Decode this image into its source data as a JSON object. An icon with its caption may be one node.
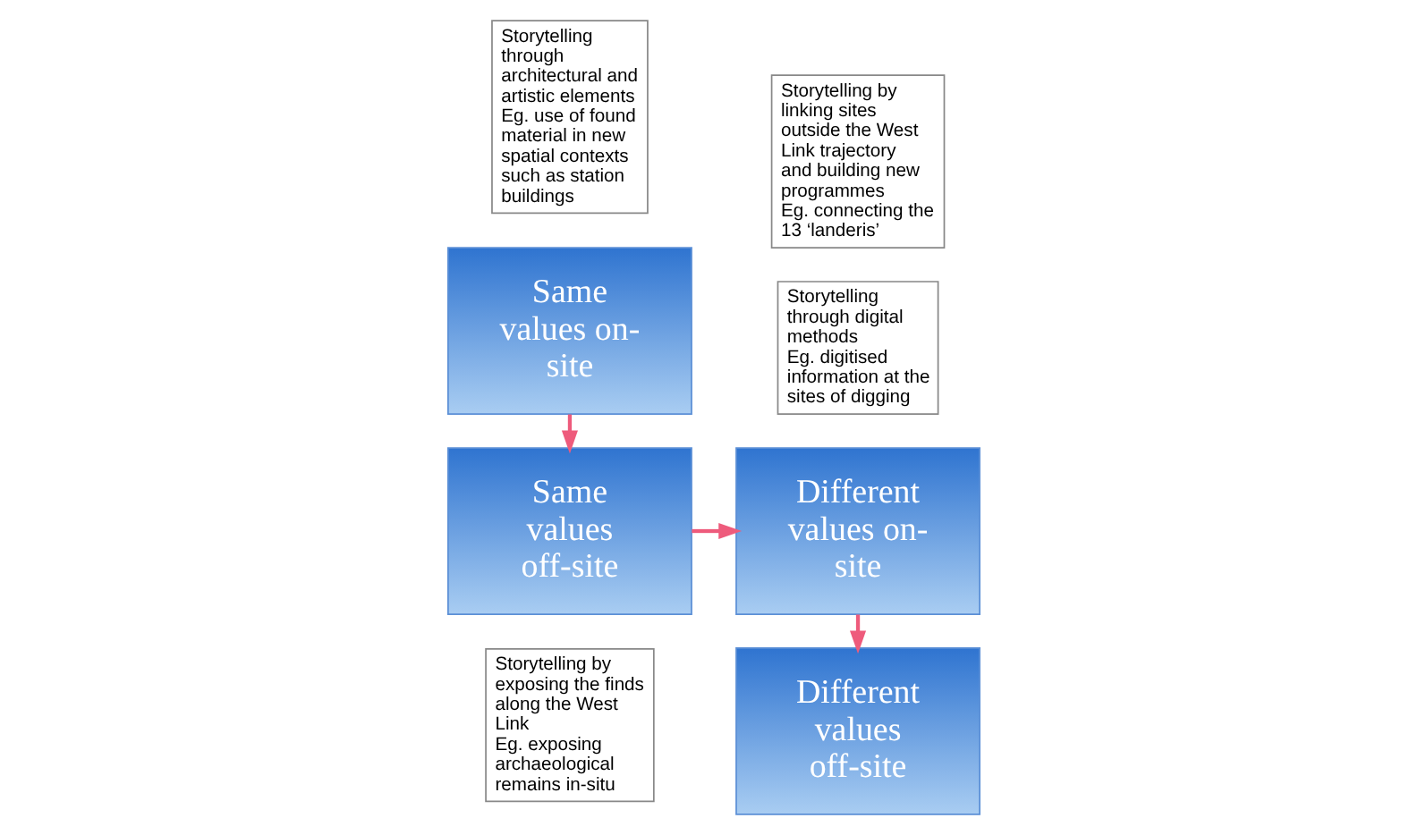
{
  "diagram": {
    "nodes": [
      {
        "text": [
          "Storytelling by exposing the finds along the West Link",
          "Eg. exposing archaeological remains in-situ"
        ]
      },
      {
        "text": [
          "Same values on-site"
        ]
      },
      {
        "text": [
          "Same values off-site"
        ]
      },
      {
        "text": [
          "Storytelling through architectural and artistic elements",
          "Eg. use of found material in new spatial contexts such as station buildings"
        ]
      },
      {
        "text": [
          "Storytelling through digital methods",
          "Eg. digitised information at the sites of digging"
        ]
      },
      {
        "text": [
          "Different values on-site"
        ]
      },
      {
        "text": [
          "Different values off-site"
        ]
      },
      {
        "text": [
          "Storytelling by linking sites outside the West Link trajectory and building new programmes",
          "Eg. connecting the 13 ‘landeris’"
        ]
      }
    ],
    "edges": [
      {
        "from": 1,
        "to": 2,
        "arrow": "to"
      },
      {
        "from": 2,
        "to": 5,
        "arrow": "to"
      },
      {
        "from": 5,
        "to": 6,
        "arrow": "to"
      }
    ]
  }
}
